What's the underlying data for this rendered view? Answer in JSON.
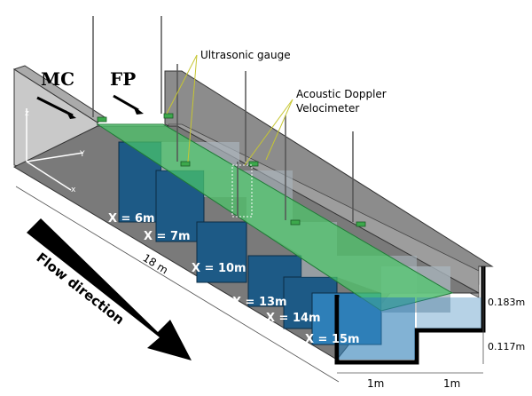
{
  "labels": {
    "mc": "MC",
    "fp": "FP",
    "ultrasonic_gauge": "Ultrasonic gauge",
    "adv_line1": "Acoustic Doppler",
    "adv_line2": "Velocimeter",
    "flow_direction": "Flow direction",
    "length": "18 m",
    "axis_z": "z",
    "axis_y": "Y",
    "axis_x": "x",
    "depth_upper": "0.183m",
    "depth_lower": "0.117m",
    "width_left": "1m",
    "width_right": "1m"
  },
  "sections": [
    "X = 6m",
    "X = 7m",
    "X = 10m",
    "X = 13m",
    "X = 14m",
    "X = 15m"
  ],
  "colors": {
    "water": "#2e7fb8",
    "water_dark": "#1d5a86",
    "green_surface": "#4cc96a",
    "wall_gray": "#8f8f8f",
    "wall_light": "#c8c8c8",
    "arrow": "#000000"
  }
}
